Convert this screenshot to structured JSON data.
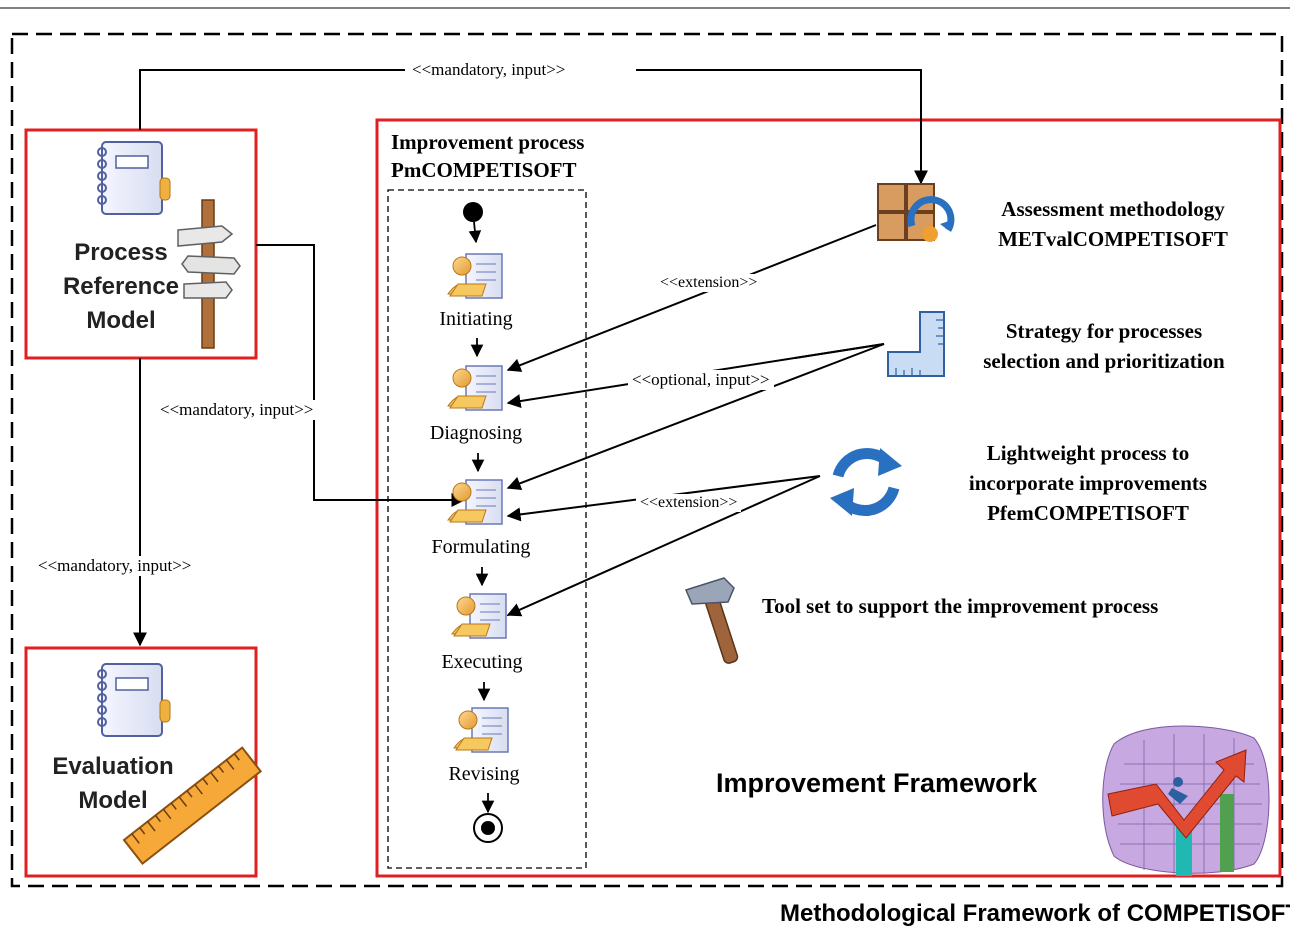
{
  "title": "Methodological Framework of COMPETISOFT",
  "framework_title": "Improvement Framework",
  "models": {
    "reference": [
      "Process",
      "Reference",
      "Model"
    ],
    "evaluation": [
      "Evaluation",
      "Model"
    ]
  },
  "improvement_process": {
    "title_line1": "Improvement process",
    "title_line2": "PmCOMPETISOFT",
    "activities": [
      "Initiating",
      "Diagnosing",
      "Formulating",
      "Executing",
      "Revising"
    ]
  },
  "components": {
    "assessment": [
      "Assessment methodology",
      "METvalCOMPETISOFT"
    ],
    "strategy": [
      "Strategy for processes",
      "selection and prioritization"
    ],
    "lightweight": [
      "Lightweight process to",
      "incorporate improvements",
      "PfemCOMPETISOFT"
    ],
    "toolset": "Tool set to support the improvement process"
  },
  "relations": {
    "mandatory_top": "<<mandatory, input>>",
    "mandatory_left": "<<mandatory, input>>",
    "mandatory_bottom": "<<mandatory, input>>",
    "extension_top": "<<extension>>",
    "optional": "<<optional, input>>",
    "extension_mid": "<<extension>>"
  },
  "colors": {
    "model_border": "#e02020",
    "icon_orange": "#f0a030",
    "icon_blue": "#2a70c0",
    "chart_red": "#e04a30"
  }
}
